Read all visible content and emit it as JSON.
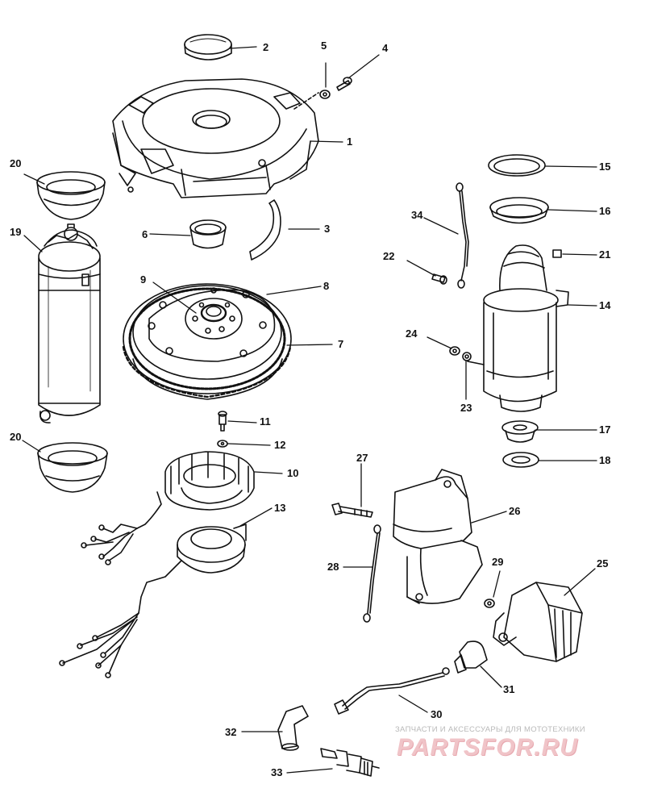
{
  "part_numbers": {
    "p1": "1",
    "p2": "2",
    "p3": "3",
    "p4": "4",
    "p5": "5",
    "p6": "6",
    "p7": "7",
    "p8": "8",
    "p9": "9",
    "p10": "10",
    "p11": "11",
    "p12": "12",
    "p13": "13",
    "p14": "14",
    "p15": "15",
    "p16": "16",
    "p17": "17",
    "p18": "18",
    "p19": "19",
    "p20a": "20",
    "p20b": "20",
    "p21": "21",
    "p22": "22",
    "p23": "23",
    "p24": "24",
    "p25": "25",
    "p26": "26",
    "p27": "27",
    "p28": "28",
    "p29": "29",
    "p30": "30",
    "p31": "31",
    "p32": "32",
    "p33": "33",
    "p34": "34"
  },
  "watermark": {
    "tagline": "ЗАПЧАСТИ И АКСЕССУАРЫ ДЛЯ МОТОТЕХНИКИ",
    "logo": "PARTSFOR.RU",
    "logo_color": "#f0c4c8"
  },
  "colors": {
    "line": "#111111",
    "background": "#ffffff"
  }
}
